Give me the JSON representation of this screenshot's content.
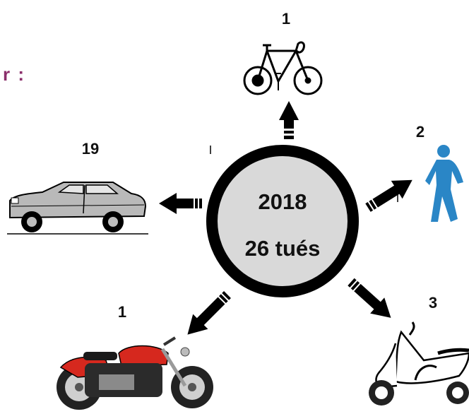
{
  "corner_mark": "r :",
  "hub": {
    "year": "2018",
    "total": "26 tués"
  },
  "modes": {
    "bicycle": {
      "icon": "bicycle-icon",
      "count": "1"
    },
    "pedestrian": {
      "icon": "pedestrian-icon",
      "count": "2"
    },
    "scooter": {
      "icon": "scooter-icon",
      "count": "3"
    },
    "motorcycle": {
      "icon": "motorcycle-icon",
      "count": "1"
    },
    "car": {
      "icon": "car-icon",
      "count": "19"
    }
  },
  "colors": {
    "ring": "#000000",
    "hub_fill": "#d9d9d9",
    "arrow": "#000000",
    "pedestrian": "#2a86c6",
    "motorcycle_red": "#d6281e",
    "corner_mark": "#8b2f6b"
  }
}
